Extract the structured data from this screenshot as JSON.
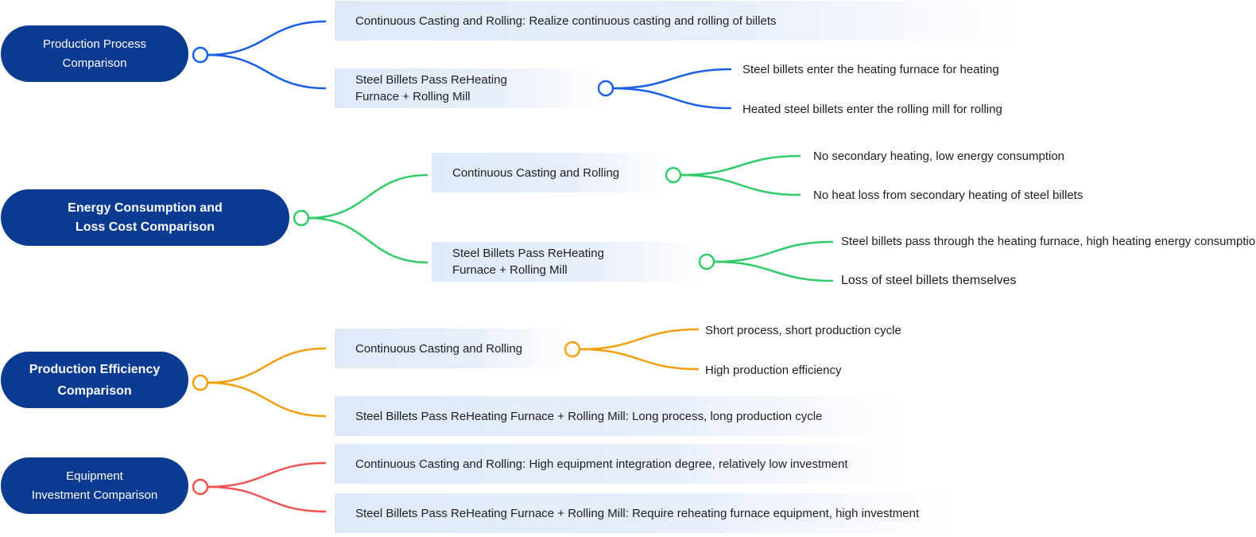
{
  "colors": {
    "pill_background": "#0b3a91",
    "process_branch": "#1a5fe8",
    "energy_branch": "#2fcc68",
    "efficiency_branch": "#f59e0b",
    "investment_branch": "#ef5350"
  },
  "sections": {
    "process": {
      "title": "Production Process\nComparison",
      "items": [
        {
          "text": "Continuous Casting and Rolling: Realize continuous casting and rolling of billets"
        },
        {
          "text": "Steel Billets Pass ReHeating\nFurnace + Rolling Mill",
          "children": [
            "Steel billets enter the heating furnace for heating",
            "Heated steel billets enter the rolling mill for rolling"
          ]
        }
      ]
    },
    "energy": {
      "title": "Energy Consumption and\nLoss Cost Comparison",
      "items": [
        {
          "text": "Continuous Casting and Rolling",
          "children": [
            "No secondary heating, low energy consumption",
            "No heat loss from secondary heating of steel billets"
          ]
        },
        {
          "text": "Steel Billets Pass ReHeating\nFurnace + Rolling Mill",
          "children": [
            "Steel billets pass through the heating furnace, high heating energy consumption",
            "Loss of steel billets themselves"
          ]
        }
      ]
    },
    "efficiency": {
      "title": "Production Efficiency\nComparison",
      "items": [
        {
          "text": "Continuous Casting and Rolling",
          "children": [
            "Short process, short production cycle",
            "High production efficiency"
          ]
        },
        {
          "text": "Steel Billets Pass ReHeating Furnace + Rolling Mill: Long process, long production cycle"
        }
      ]
    },
    "investment": {
      "title": "Equipment\nInvestment Comparison",
      "items": [
        {
          "text": "Continuous Casting and Rolling: High equipment integration degree, relatively low investment"
        },
        {
          "text": "Steel Billets Pass ReHeating Furnace + Rolling Mill: Require reheating furnace equipment, high investment"
        }
      ]
    }
  }
}
